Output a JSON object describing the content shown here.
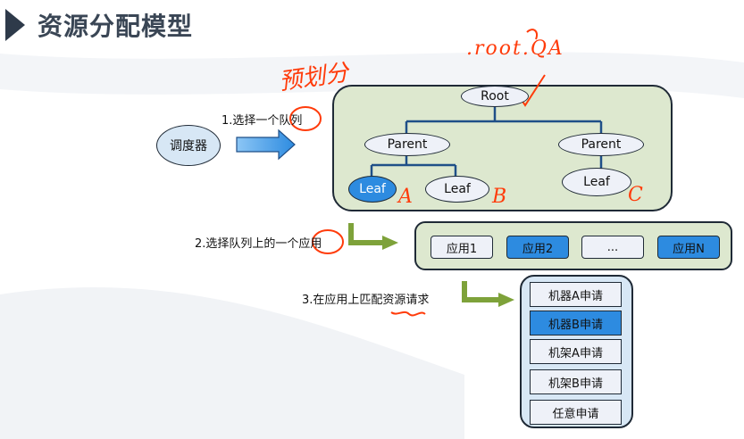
{
  "title": "资源分配模型",
  "scheduler": "调度器",
  "steps": {
    "step1": "1.选择一个队列",
    "step2": "2.选择队列上的一个应用",
    "step3": "3.在应用上匹配资源请求"
  },
  "tree": {
    "root": "Root",
    "parent_left": "Parent",
    "parent_right": "Parent",
    "leaf_a": "Leaf",
    "leaf_b": "Leaf",
    "leaf_c": "Leaf"
  },
  "apps": [
    "应用1",
    "应用2",
    "...",
    "应用N"
  ],
  "requests": [
    "机器A申请",
    "机器B申请",
    "机架A申请",
    "机架B申请",
    "任意申请"
  ],
  "annotations": {
    "preassign": "预划分",
    "root_qa": ".root.QA",
    "mark_a": "A",
    "mark_b": "B",
    "mark_c": "C"
  },
  "colors": {
    "panel_green": "#dde8cf",
    "panel_blue": "#d7e7f5",
    "highlight": "#2d8be0",
    "annotation_red": "#ff3b0a",
    "title": "#3a4655"
  }
}
